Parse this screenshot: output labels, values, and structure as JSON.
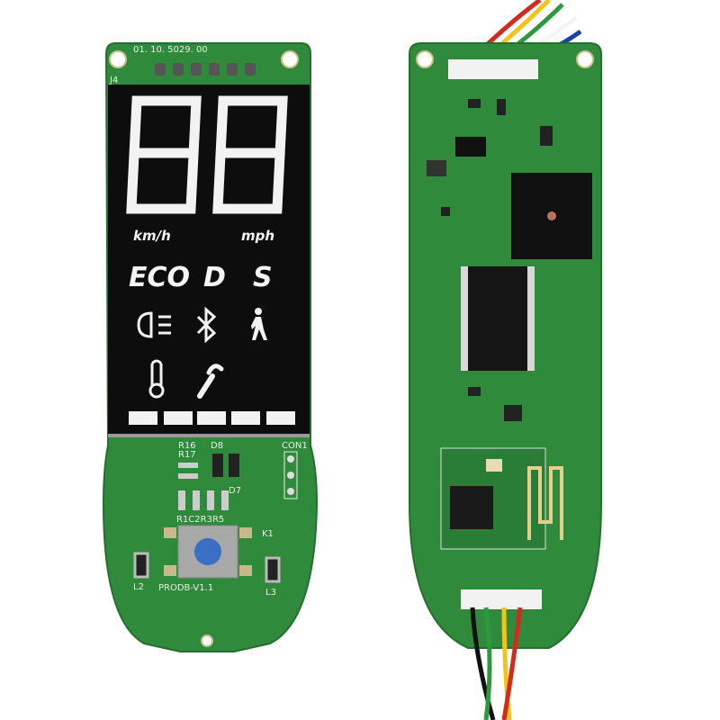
{
  "front_board": {
    "top_silkscreen": "01. 10. 5029. 00",
    "j_label": "J4",
    "display": {
      "digits": "88",
      "unit_left": "km/h",
      "unit_right": "mph",
      "modes": [
        "ECO",
        "D",
        "S"
      ],
      "icons": [
        "headlight-icon",
        "bluetooth-icon",
        "walking-person-icon",
        "thermometer-icon",
        "wrench-icon"
      ],
      "battery_segments": 5
    },
    "labels": {
      "r16": "R16",
      "r17": "R17",
      "d8": "D8",
      "d7": "D7",
      "con1": "CON1",
      "r_row": "R1C2R3R5",
      "k1": "K1",
      "l2": "L2",
      "l3": "L3",
      "version": "PRODB-V1.1"
    },
    "button_color": "#3a6fc4"
  },
  "back_board": {
    "wire_colors": [
      "#d42a1e",
      "#f0c419",
      "#2a9a3c",
      "#ffffff",
      "#2050c0",
      "#111111"
    ]
  },
  "pcb_color": "#2f8a3c"
}
